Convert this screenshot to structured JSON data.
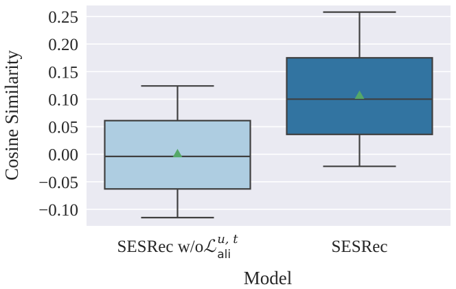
{
  "chart_data": {
    "type": "box",
    "xlabel": "Model",
    "ylabel": "Cosine Similarity",
    "ylim": [
      -0.13,
      0.27
    ],
    "yticks": [
      -0.1,
      -0.05,
      0.0,
      0.05,
      0.1,
      0.15,
      0.2,
      0.25
    ],
    "ytick_labels": [
      "−0.10",
      "−0.05",
      "0.00",
      "0.05",
      "0.10",
      "0.15",
      "0.20",
      "0.25"
    ],
    "grid": true,
    "background_color": "#eaeaf2",
    "grid_color": "#ffffff",
    "line_color": "#3f3f3f",
    "mean_marker_color": "#55a868",
    "categories": [
      {
        "label": "SESRec w/o ",
        "math_label": {
          "symbol": "ℒ",
          "superscript": "u, t",
          "subscript": "ali"
        },
        "whisker_low": -0.115,
        "q1": -0.063,
        "median": -0.004,
        "q3": 0.061,
        "whisker_high": 0.124,
        "mean": 0.001,
        "color": "#aecde1"
      },
      {
        "label": "SESRec",
        "whisker_low": -0.022,
        "q1": 0.036,
        "median": 0.1,
        "q3": 0.175,
        "whisker_high": 0.258,
        "mean": 0.107,
        "color": "#3274a1"
      }
    ]
  }
}
